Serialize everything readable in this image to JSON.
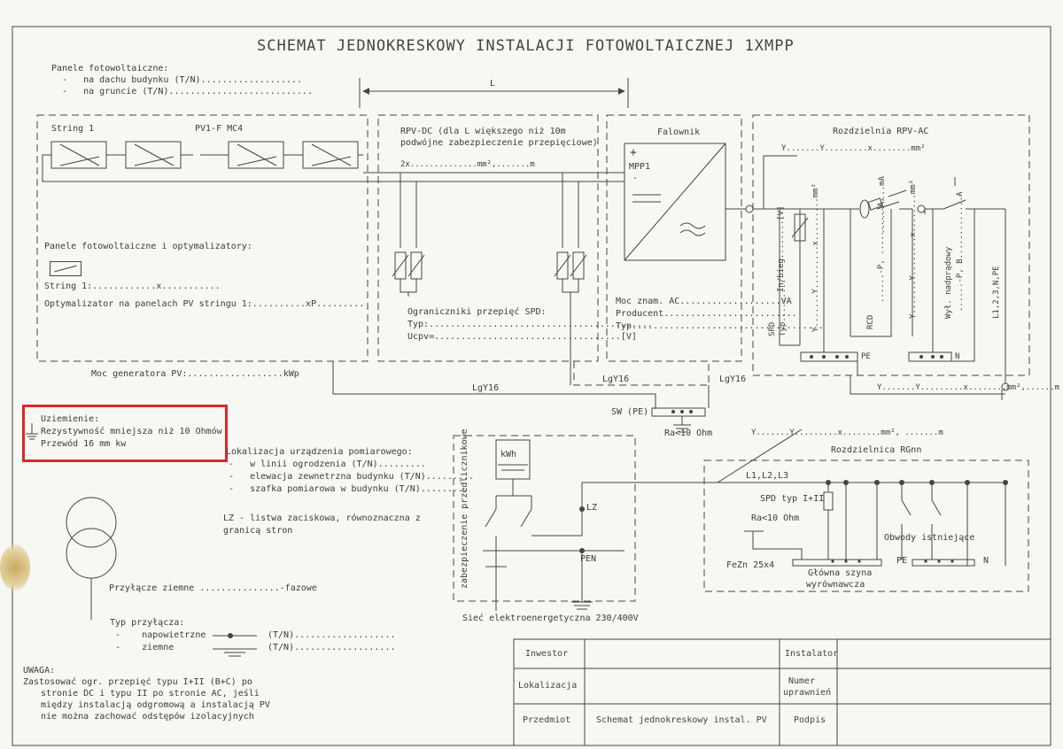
{
  "title": "SCHEMAT JEDNOKRESKOWY INSTALACJI FOTOWOLTAICZNEJ 1XMPP",
  "panels": {
    "header": "Panele fotowoltaiczne:",
    "roof": "na dachu budynku (T/N)...................",
    "ground": "na gruncie (T/N)..........................."
  },
  "length_label": "L",
  "string1": "String 1",
  "cable_pv": "PV1-F MC4",
  "rpv_dc": {
    "line1": "RPV-DC (dla L większego niż 10m",
    "line2": "podwójne zabezpieczenie przepięciowe)",
    "cable": "2x..............mm²,.......m"
  },
  "inverter": {
    "title": "Falownik",
    "plus": "+",
    "mppt": "MPP1",
    "minus": "-",
    "power": "Moc znam. AC...................VA",
    "producer": "Producent.........................",
    "type": "Typ...................................."
  },
  "rpv_ac": {
    "title": "Rozdzielnia RPV-AC",
    "cable": "Y.......Y.........x........mm²",
    "spd": "SPD",
    "spd_type": "Typ.........",
    "in_label": "In/bieg........[V]",
    "yx1": "Y.......Y.........x.........mm²",
    "rcd": "RCD",
    "rcd_p": "......-P, ..........A,",
    "rcd_ma": "..........mA",
    "yx2": "Y.......Y........x........mm²",
    "breaker1": "Wył. nadprądowy",
    "breaker2": "......-P, B.............A",
    "phase": "L1,2,3,N,PE",
    "pe": "PE",
    "n": "N"
  },
  "optimizers": {
    "header": "Panele fotowoltaiczne i optymalizatory:",
    "string": "String 1:............x...........",
    "opt": "Optymalizator na panelach PV stringu 1:..........xP........."
  },
  "spd_dc": {
    "header": "Ograniczniki przepięć SPD:",
    "type": "Typ:..........................................",
    "ucpv": "Ucpv=...................................[V]"
  },
  "generator_power": "Moc generatora PV:..................kWp",
  "lgy_left": "LgY16",
  "lgy_mid": "LgY16",
  "lgy_right": "LgY16",
  "sw_pe": "SW (PE)",
  "ra_main": "Ra<10 Ohm",
  "right_cable": "Y.......Y.........x........mm²,......m",
  "grounding": {
    "header": "Uziemienie:",
    "line1": "Rezystywność mniejsza niż 10 Ohmów",
    "line2": "Przewód 16 mm kw"
  },
  "meter_location": {
    "header": "Lokalizacja urządzenia pomiarowego:",
    "a": "w linii ogrodzenia (T/N).........",
    "b": "elewacja zewnetrzna budynku (T/N).........",
    "c": "szafka pomiarowa w budynku (T/N)........."
  },
  "lz_note": {
    "line1": "LZ - listwa zaciskowa, równoznaczna z",
    "line2": "granicą stron"
  },
  "meter_box_label": "zabezpieczenie przedlicznikowe",
  "kwh": "kWh",
  "lz": "LZ",
  "pen": "PEN",
  "grid_label": "Sieć elektroenergetyczna 230/400V",
  "underground": "Przyłącze ziemne ...............-fazowe",
  "rgnn": {
    "title": "Rozdzielnica RGnn",
    "cable": "Y.......Y.........x........mm², .......m",
    "phases": "L1,L2,L3",
    "spd": "SPD typ I+II",
    "ra": "Ra<10 Ohm",
    "fezn": "FeZn 25x4",
    "circuits": "Obwody istniejące",
    "pe": "PE",
    "n": "N",
    "bus1": "Główna szyna",
    "bus2": "wyrównawcza"
  },
  "connection": {
    "header": "Typ przyłącza:",
    "overhead": "napowietrzne",
    "overhead_val": "(T/N)...................",
    "ground": "ziemne",
    "ground_val": "(T/N)..................."
  },
  "note": {
    "header": "UWAGA:",
    "l1": "Zastosować ogr. przepięć typu I+II (B+C) po",
    "l2": "stronie DC i typu II po stronie AC, jeśli",
    "l3": "między instalacją odgromową a instalacją PV",
    "l4": "nie można zachować odstępów izolacyjnych"
  },
  "table": {
    "investor": "Inwestor",
    "location": "Lokalizacja",
    "subject": "Przedmiot",
    "subject_val": "Schemat jednokreskowy instal. PV",
    "installer": "Instalator",
    "number1": "Numer",
    "number2": "uprawnień",
    "signature": "Podpis"
  },
  "colors": {
    "line": "#444444",
    "highlight": "#e0262c"
  }
}
